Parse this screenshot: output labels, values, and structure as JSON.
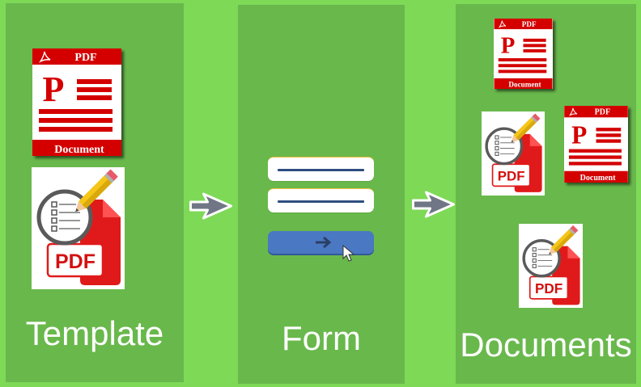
{
  "diagram": {
    "background_color": "#7ed957",
    "panel_color": "#69b84c",
    "panels": [
      {
        "label": "Template",
        "icons": [
          "pdf-document",
          "pdf-form"
        ]
      },
      {
        "label": "Form",
        "icons": [
          "text-field",
          "text-field",
          "submit-button-arrow",
          "mouse-cursor"
        ]
      },
      {
        "label": "Documents",
        "icons": [
          "pdf-document",
          "pdf-form",
          "pdf-document",
          "pdf-form"
        ]
      }
    ],
    "arrows": [
      {
        "from": "Template",
        "to": "Form",
        "icon": "right-arrow-icon"
      },
      {
        "from": "Form",
        "to": "Documents",
        "icon": "right-arrow-icon"
      }
    ],
    "pdf_document_icon": {
      "header_text": "PDF",
      "letter": "P",
      "footer_text": "Document",
      "color": "#d40000"
    },
    "pdf_form_icon": {
      "badge_text": "PDF",
      "color": "#e01a1a",
      "pencil_color": "#f5c518"
    },
    "form_mockup": {
      "field_line_color": "#2f4e80",
      "button_color": "#4a78c2",
      "button_icon": "→"
    },
    "arrow_color": "#707686"
  }
}
